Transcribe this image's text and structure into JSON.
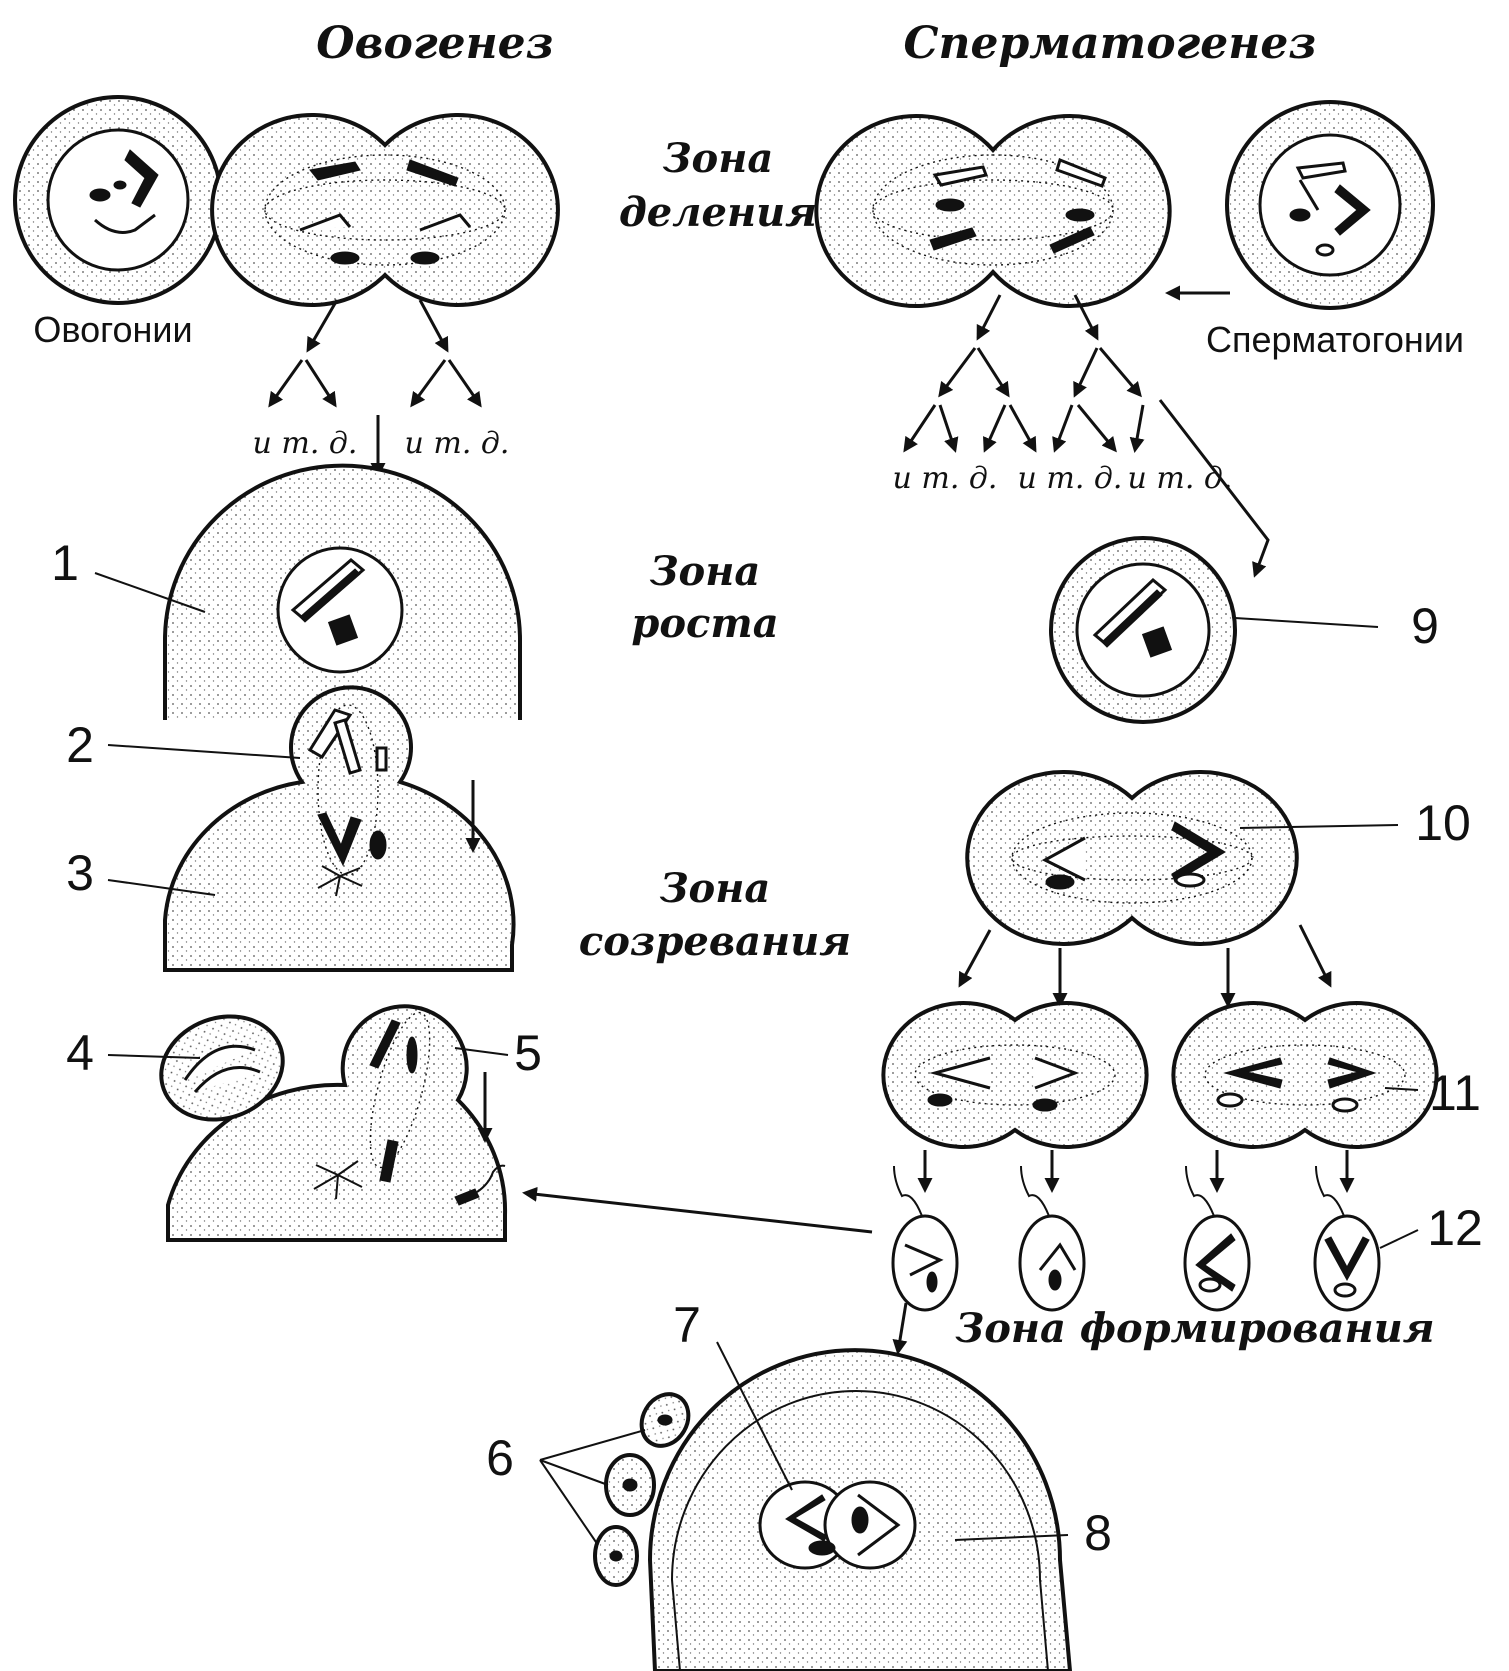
{
  "headers": {
    "oogenesis": "Овогенез",
    "spermatogenesis": "Сперматогенез"
  },
  "zones": {
    "division": [
      "Зона",
      "деления"
    ],
    "growth": [
      "Зона",
      "роста"
    ],
    "maturation": [
      "Зона",
      "созревания"
    ],
    "formation": "Зона формирования"
  },
  "labels": {
    "oogonia": "Овогонии",
    "spermatogonia": "Сперматогонии"
  },
  "etc": {
    "oo_left": "и т. д.",
    "oo_right": "и т. д.",
    "sp_1": "и т. д.",
    "sp_2": "и т. д.",
    "sp_3": "и т. д."
  },
  "numbers": [
    "1",
    "2",
    "3",
    "4",
    "5",
    "6",
    "7",
    "8",
    "9",
    "10",
    "11",
    "12"
  ]
}
